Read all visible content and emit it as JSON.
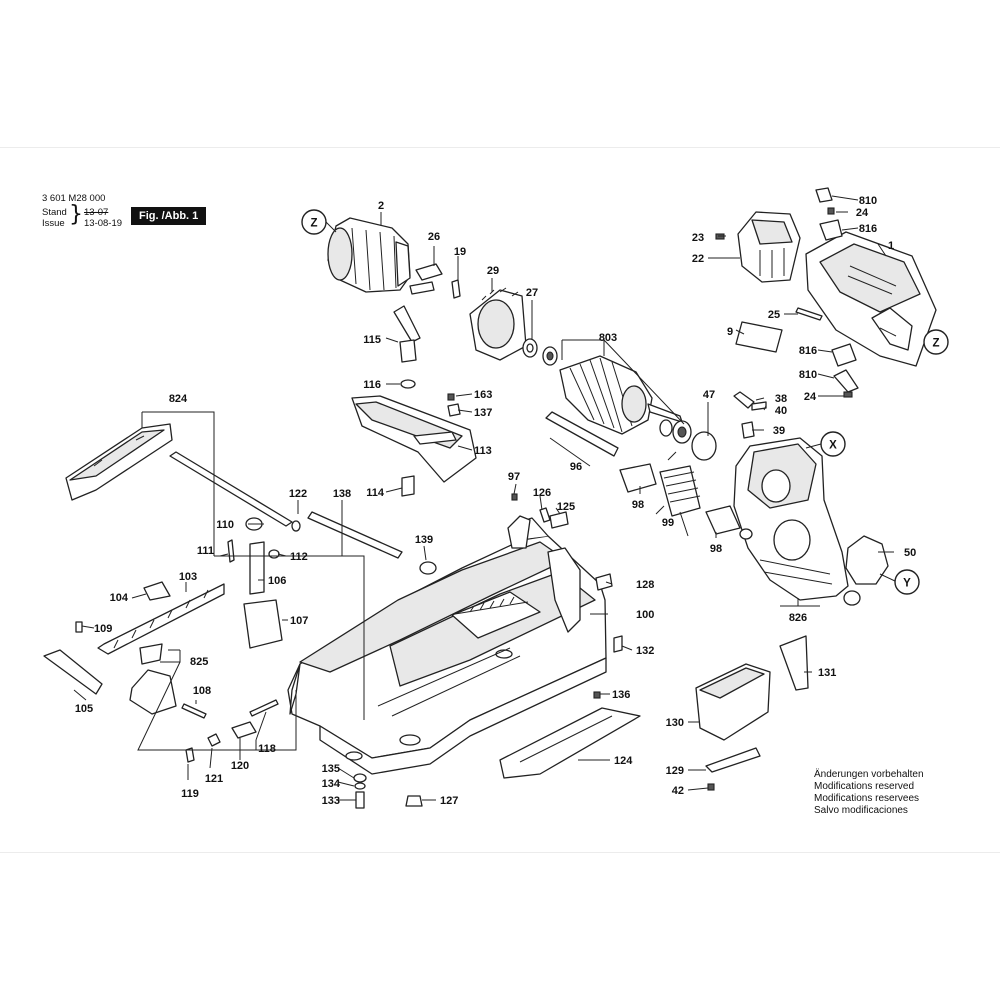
{
  "header": {
    "doc_number": "3 601 M28 000",
    "stand_label": "Stand",
    "issue_label": "Issue",
    "stand_date": "13-07",
    "issue_date": "13-08-19",
    "figure_badge": "Fig. /Abb. 1"
  },
  "notice": {
    "lines": [
      "Änderungen vorbehalten",
      "Modifications reserved",
      "Modifications reservees",
      "Salvo modificaciones"
    ]
  },
  "reference_markers": [
    "Z",
    "Z",
    "X",
    "Y"
  ],
  "parts": {
    "p1": "1",
    "p2": "2",
    "p9": "9",
    "p19": "19",
    "p22": "22",
    "p23": "23",
    "p24a": "24",
    "p24b": "24",
    "p25": "25",
    "p26": "26",
    "p27": "27",
    "p29": "29",
    "p38": "38",
    "p39": "39",
    "p40": "40",
    "p42": "42",
    "p47": "47",
    "p50": "50",
    "p96": "96",
    "p97": "97",
    "p98a": "98",
    "p98b": "98",
    "p99": "99",
    "p100": "100",
    "p103": "103",
    "p104": "104",
    "p105": "105",
    "p106": "106",
    "p107": "107",
    "p108": "108",
    "p109": "109",
    "p110": "110",
    "p111": "111",
    "p112": "112",
    "p113": "113",
    "p114": "114",
    "p115": "115",
    "p116": "116",
    "p118": "118",
    "p119": "119",
    "p120": "120",
    "p121": "121",
    "p122": "122",
    "p124": "124",
    "p125": "125",
    "p126": "126",
    "p127": "127",
    "p128": "128",
    "p129": "129",
    "p130": "130",
    "p131": "131",
    "p132": "132",
    "p133": "133",
    "p134": "134",
    "p135": "135",
    "p136": "136",
    "p137": "137",
    "p138": "138",
    "p139": "139",
    "p163": "163",
    "p803": "803",
    "p810a": "810",
    "p810b": "810",
    "p816a": "816",
    "p816b": "816",
    "p824": "824",
    "p825": "825",
    "p826": "826"
  }
}
